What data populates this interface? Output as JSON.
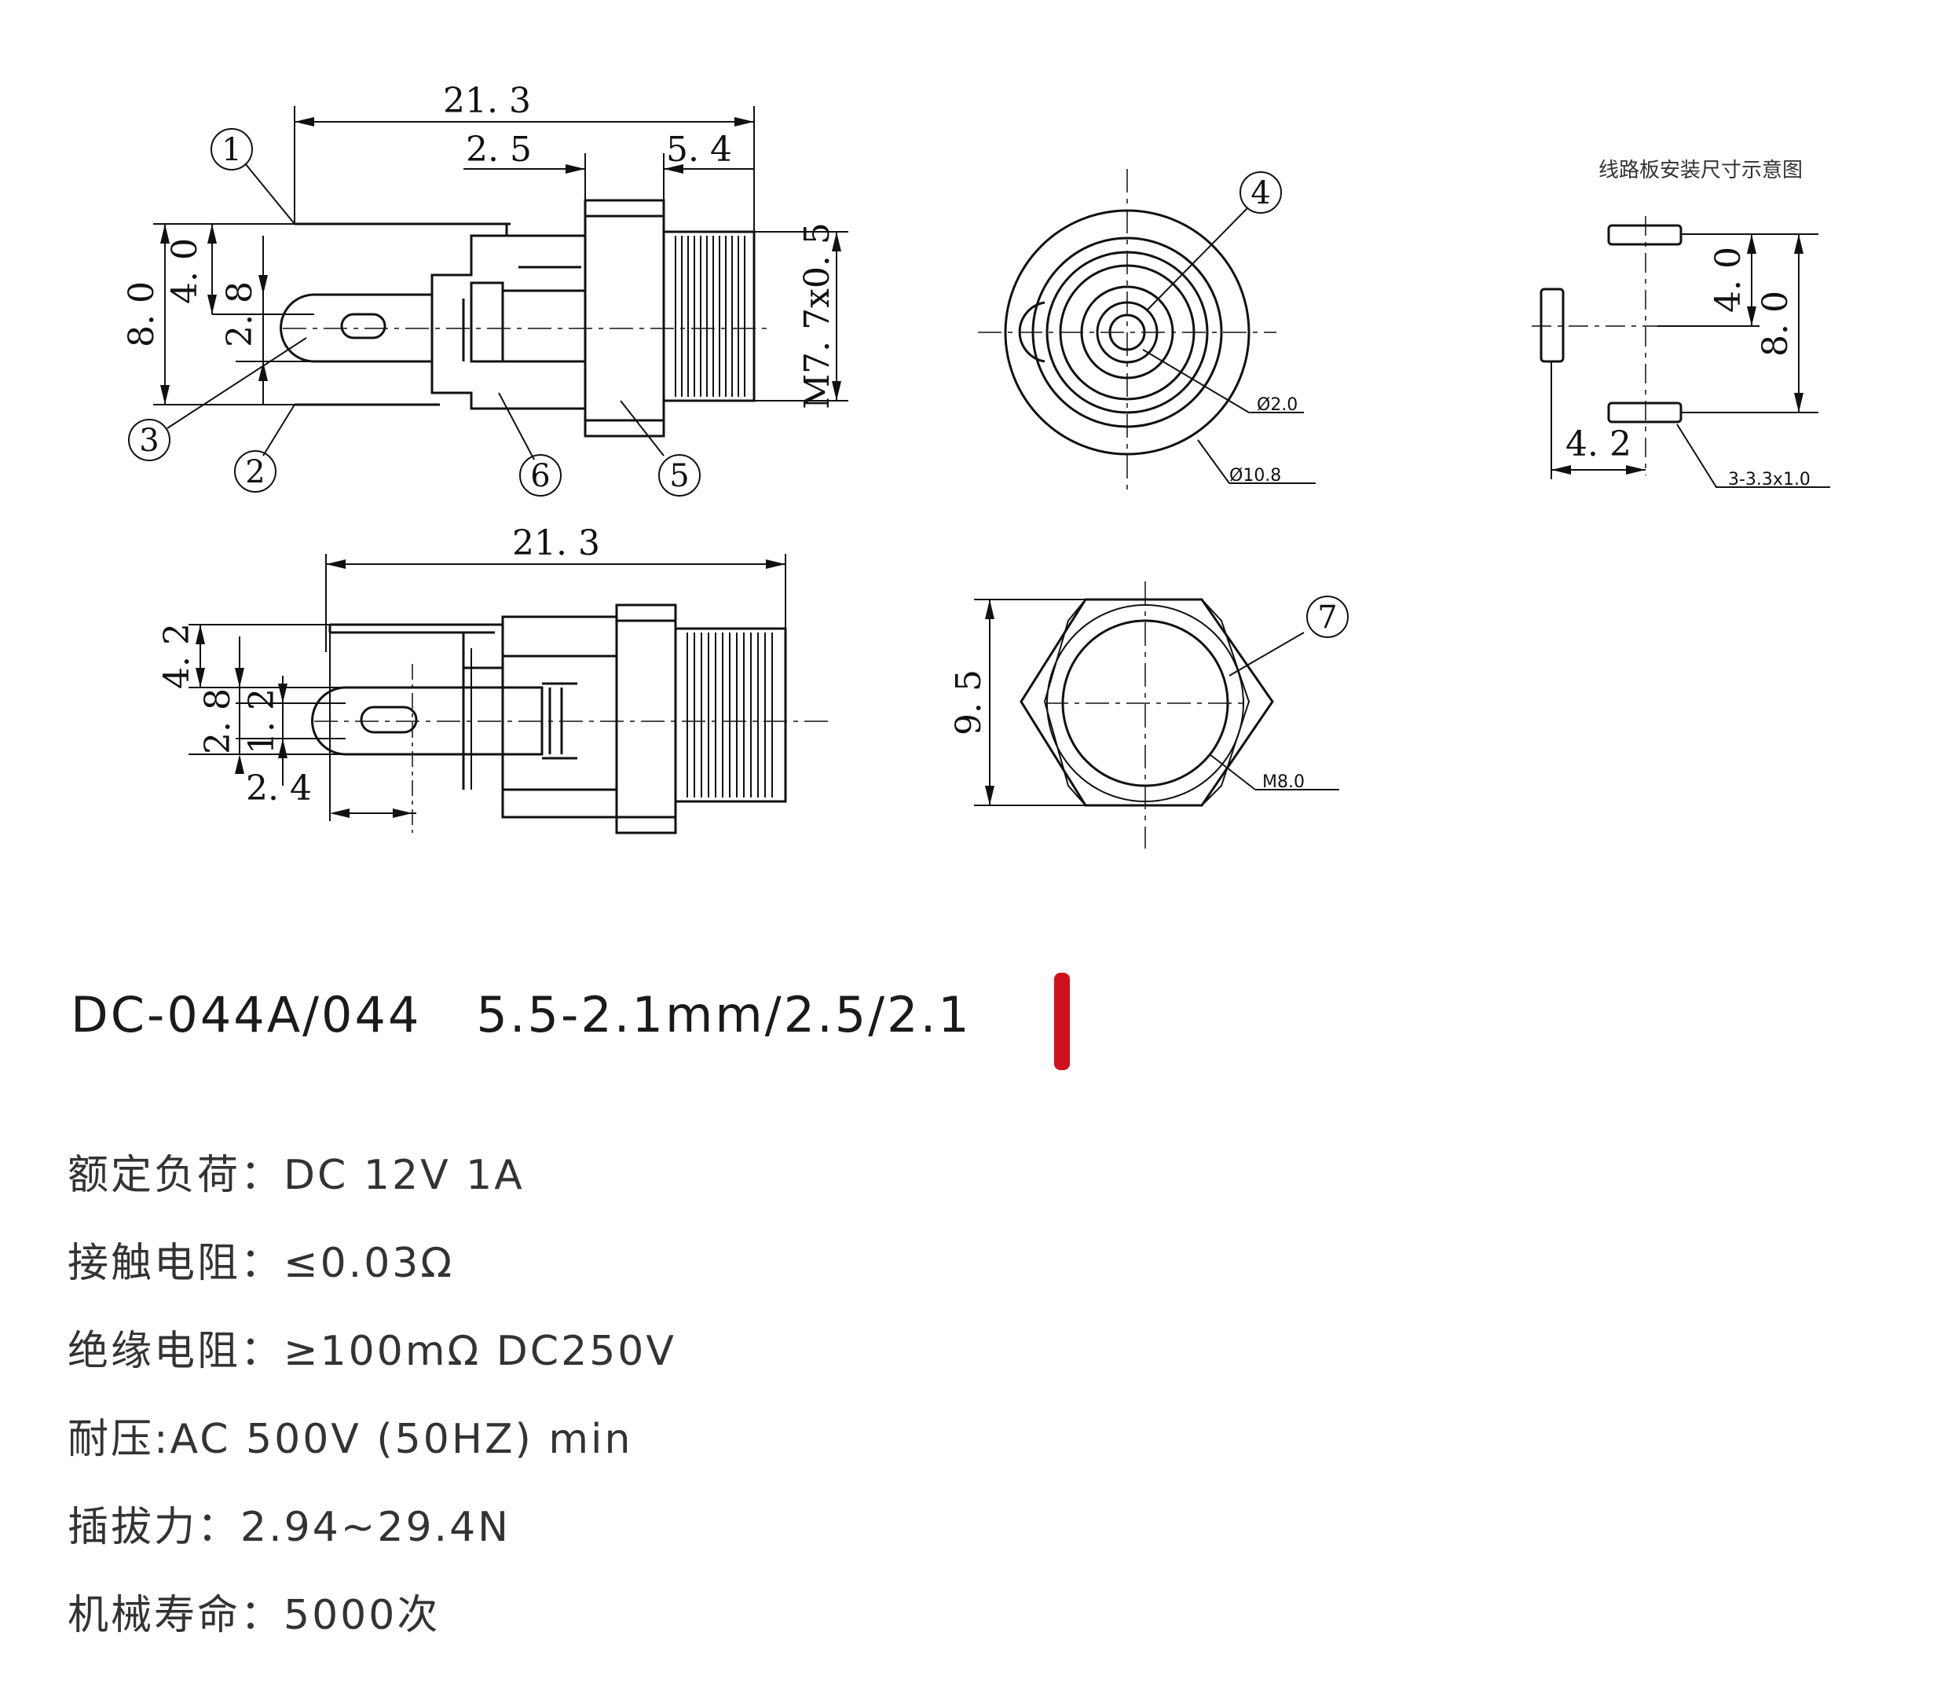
{
  "drawing": {
    "side_view_top": {
      "dims": {
        "overall": "21. 3",
        "flange": "2. 5",
        "thread_len": "5. 4",
        "pin_pitch": "4. 0",
        "height": "8. 0",
        "pin_w": "2. 8",
        "thread": "M7. 7x0. 5"
      },
      "callouts": [
        "1",
        "2",
        "3",
        "5",
        "6"
      ]
    },
    "front_view": {
      "callout": "4",
      "pin_dia": "Ø2.0",
      "body_dia": "Ø10.8"
    },
    "pcb_layout": {
      "title": "线路板安装尺寸示意图",
      "pitch_small": "4. 0",
      "pitch_large": "8. 0",
      "offset": "4. 2",
      "slot": "3-3.3x1.0"
    },
    "side_view_bottom": {
      "dims": {
        "overall": "21. 3",
        "h1": "4. 2",
        "h2": "2. 8",
        "h3": "1. 2",
        "len": "2. 4"
      }
    },
    "nut_view": {
      "callout": "7",
      "width": "9. 5",
      "thread": "M8.0"
    }
  },
  "title": {
    "model": "DC-044A/044",
    "spec": "5.5-2.1mm/2.5/2.1"
  },
  "colors": {
    "accent": "#d0111b",
    "line": "#111111",
    "text": "#333333"
  },
  "specs": [
    {
      "label": "额定负荷：",
      "value": "DC 12V 1A"
    },
    {
      "label": "接触电阻：",
      "value": "≤0.03Ω"
    },
    {
      "label": "绝缘电阻：",
      "value": "≥100mΩ DC250V"
    },
    {
      "label": "耐压:",
      "value": "AC 500V (50HZ) min"
    },
    {
      "label": "插拔力：",
      "value": "2.94~29.4N"
    },
    {
      "label": "机械寿命：",
      "value": "5000次"
    }
  ]
}
